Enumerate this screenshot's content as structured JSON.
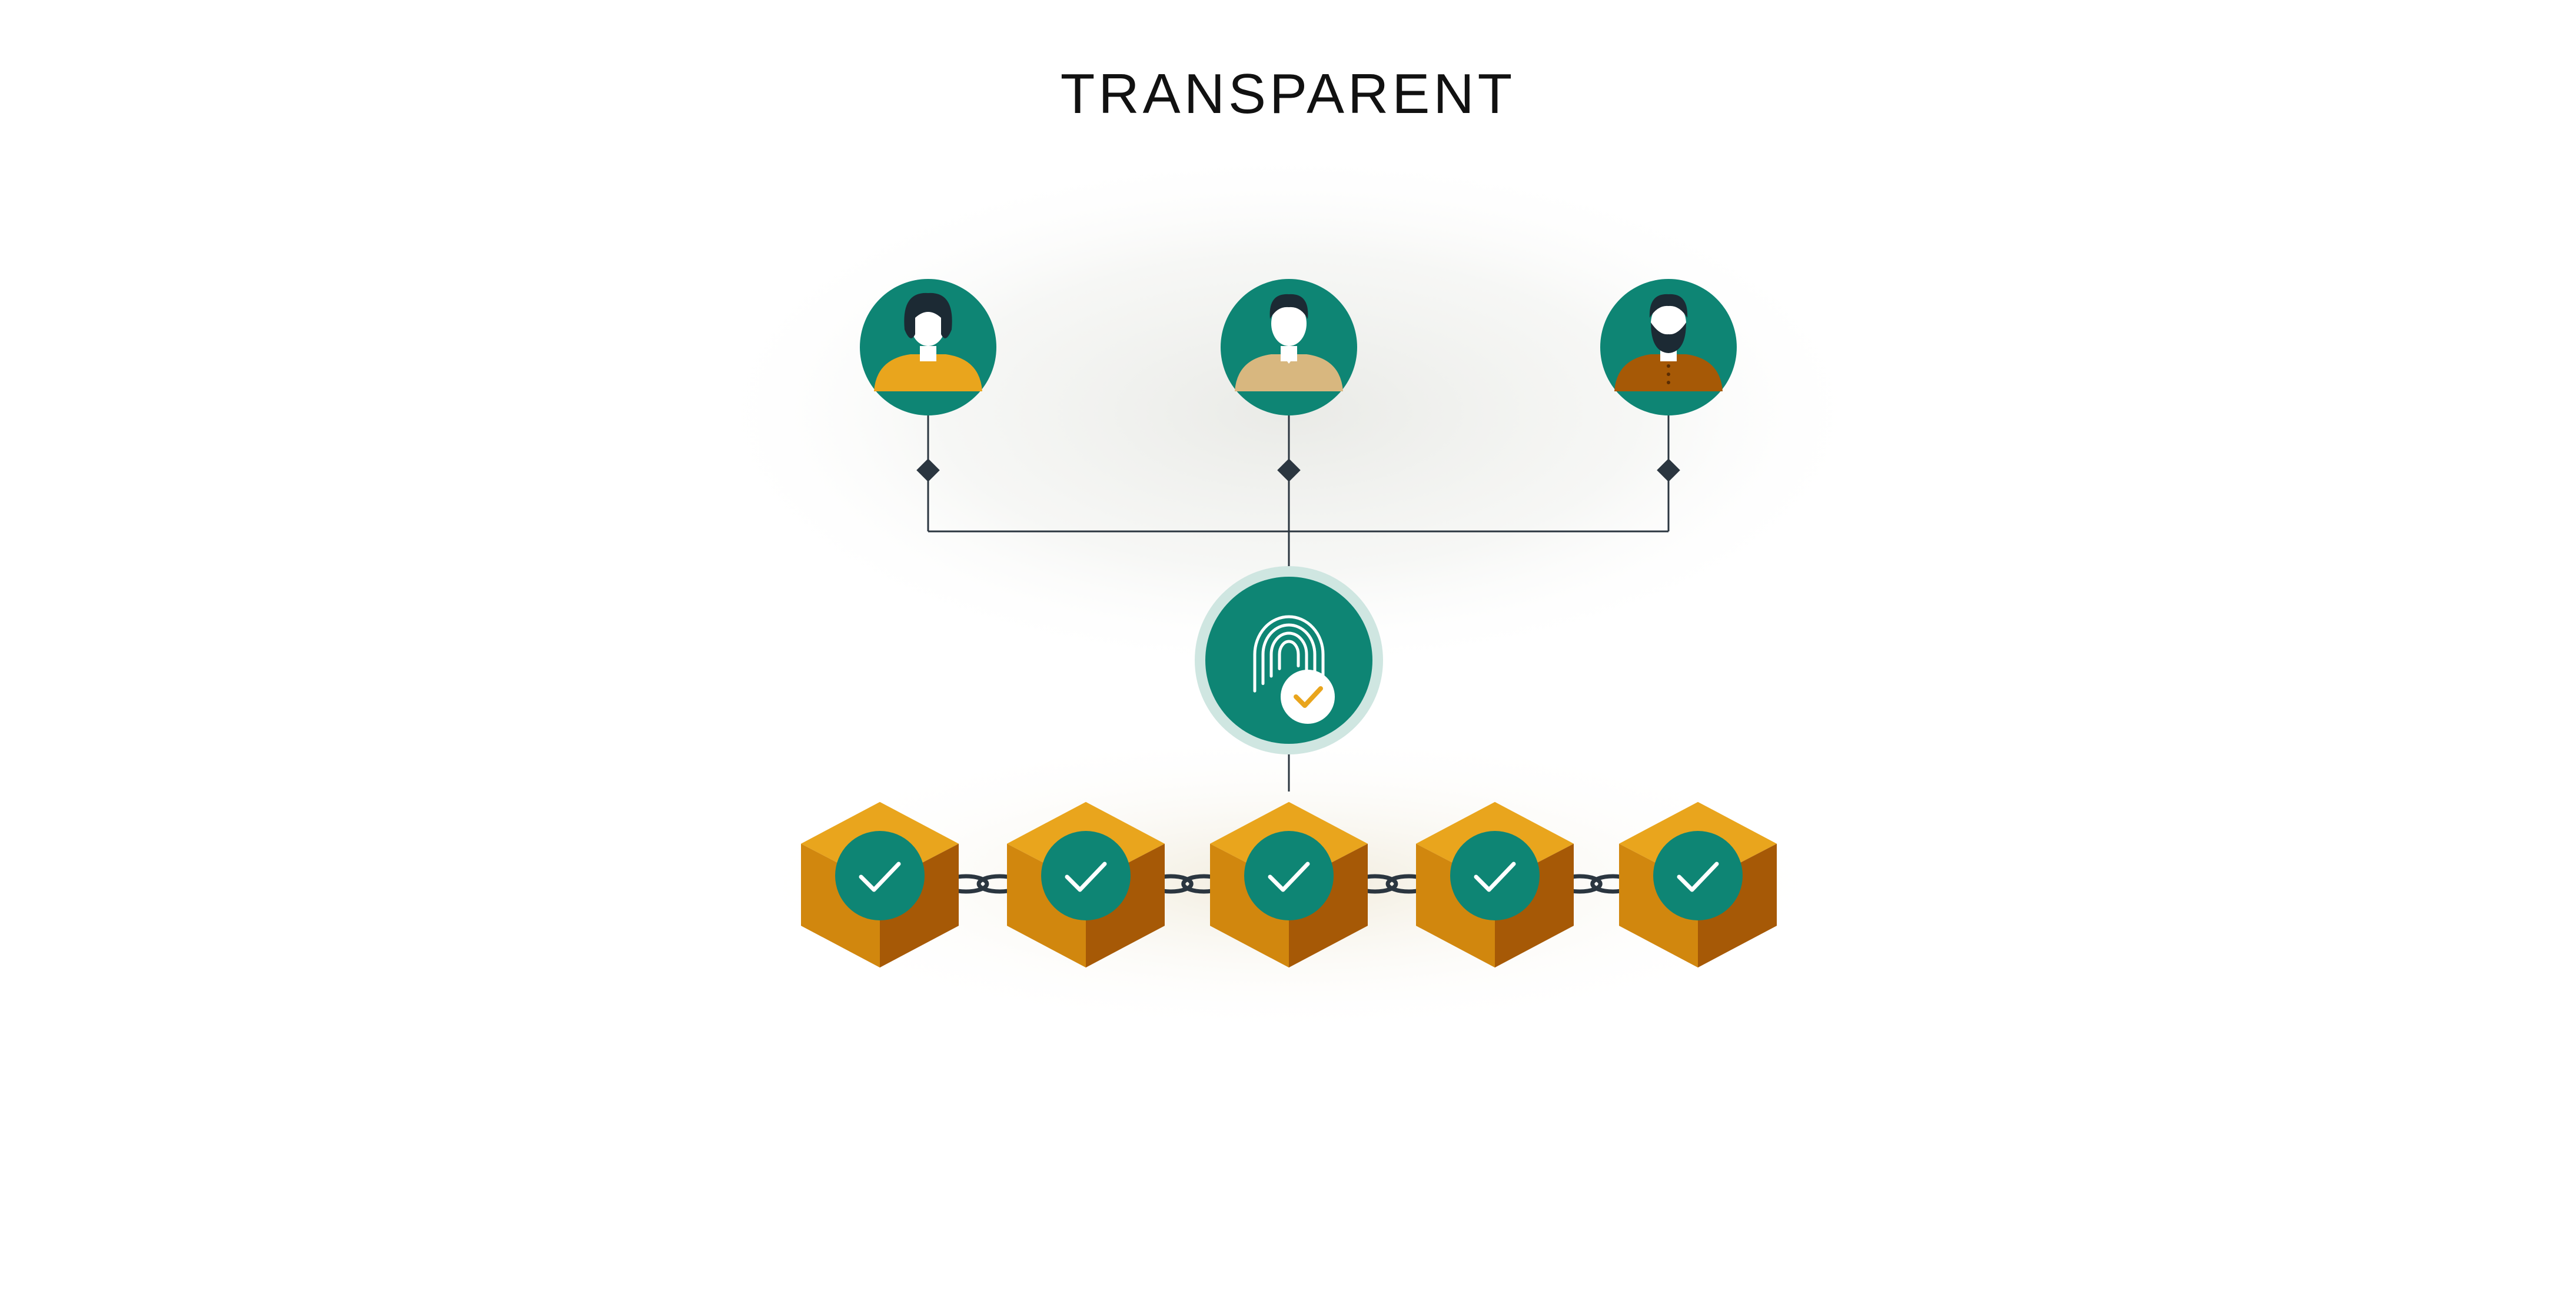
{
  "title": "TRANSPARENT",
  "colors": {
    "teal": "#0E8574",
    "teal_light": "#cfe6e1",
    "connector": "#2b3640",
    "block_top": "#E9A51D",
    "block_left": "#D1870E",
    "block_right": "#A65906",
    "check": "#ffffff",
    "verified_check": "#E9A51D",
    "skin": "#ffffff",
    "hair": "#1c2a34"
  },
  "participants": [
    {
      "name": "participant-woman",
      "icon": "woman-avatar-icon",
      "shirt": "#E9A51D"
    },
    {
      "name": "participant-man",
      "icon": "man-avatar-icon",
      "shirt": "#D8B77F"
    },
    {
      "name": "participant-bearded-man",
      "icon": "bearded-man-avatar-icon",
      "shirt": "#A65906"
    }
  ],
  "verifier": {
    "icon": "fingerprint-verified-icon"
  },
  "blocks": [
    {
      "icon": "check-icon"
    },
    {
      "icon": "check-icon"
    },
    {
      "icon": "check-icon"
    },
    {
      "icon": "check-icon"
    },
    {
      "icon": "check-icon"
    }
  ],
  "links": {
    "icon": "chain-link-icon",
    "count": 4
  }
}
